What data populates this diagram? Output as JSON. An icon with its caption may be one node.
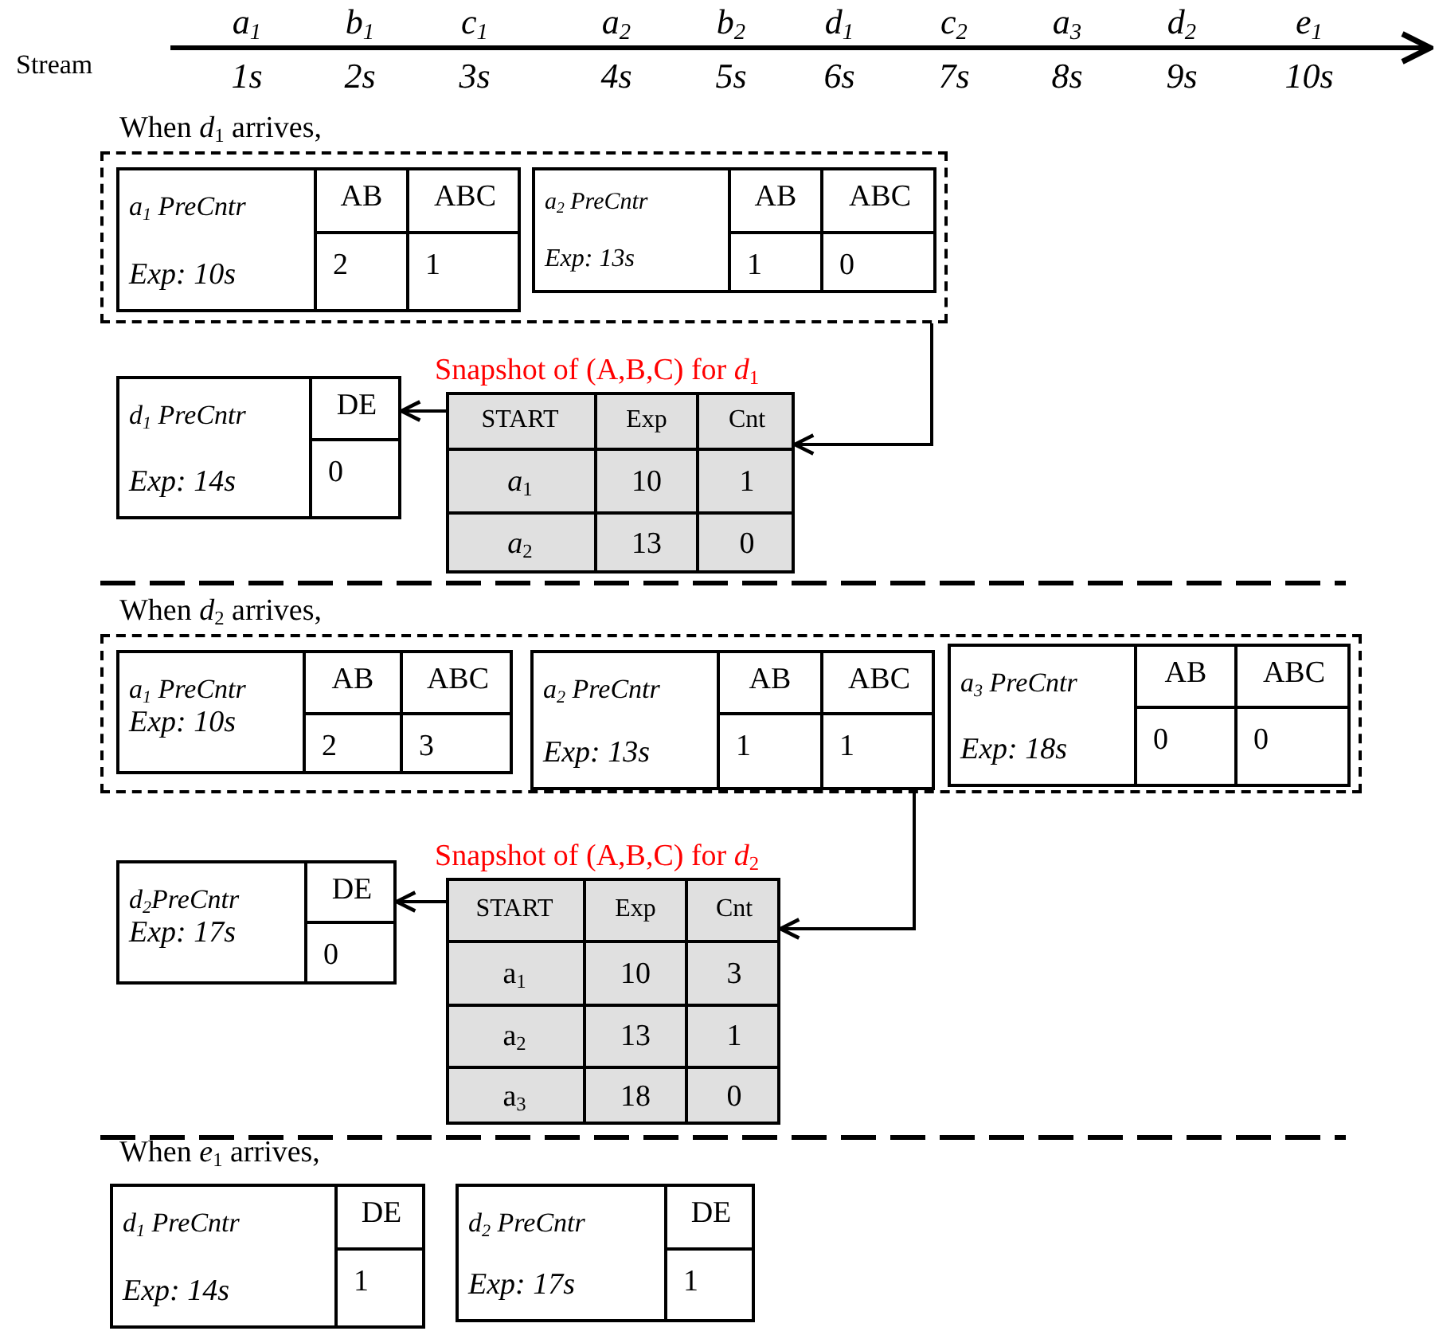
{
  "diagram": {
    "nodes": [
      {
        "text": [
          "When *d*$_{1}$ arrives,"
        ]
      },
      {
        "text": [
          "a$_{1}$ PreCntr",
          "Exp: 10s",
          "AB",
          "ABC",
          "2",
          "1"
        ],
        "in": 0
      },
      {
        "text": [
          "a$_{2}$ PreCntr",
          "Exp: 13s",
          "AB",
          "ABC",
          "1",
          "0"
        ],
        "in": 0
      },
      {
        "text": [
          "d$_{1}$ PreCntr",
          "Exp: 14s",
          "DE",
          "0"
        ]
      },
      {
        "text": [
          "Snapshot of (A,B,C) for *d*$_{1}$",
          "START",
          "Exp",
          "Cnt",
          "*a*$_{1}$",
          "10",
          "1",
          "*a*$_{2}$",
          "13",
          "0"
        ]
      },
      {
        "text": [
          "When *d*$_{2}$ arrives,"
        ]
      },
      {
        "text": [
          "a$_{1}$ PreCntr",
          "Exp: 10s",
          "AB",
          "ABC",
          "2",
          "3"
        ],
        "in": 5
      },
      {
        "text": [
          "a$_{2}$ PreCntr",
          "Exp: 13s",
          "AB",
          "ABC",
          "1",
          "1"
        ],
        "in": 5
      },
      {
        "text": [
          "a$_{3}$ PreCntr",
          "Exp: 18s",
          "AB",
          "ABC",
          "0",
          "0"
        ],
        "in": 5
      },
      {
        "text": [
          "d$_{2}$PreCntr",
          "Exp: 17s",
          "DE",
          "0"
        ]
      },
      {
        "text": [
          "Snapshot of (A,B,C) for *d*$_{2}$",
          "START",
          "Exp",
          "Cnt",
          "a$_{1}$",
          "10",
          "3",
          "a$_{2}$",
          "13",
          "1",
          "a$_{3}$",
          "18",
          "0"
        ]
      },
      {
        "text": [
          "d$_{1}$ PreCntr",
          "Exp: 14s",
          "DE",
          "1"
        ]
      },
      {
        "text": [
          "d$_{2}$ PreCntr",
          "Exp: 17s",
          "DE",
          "1"
        ]
      }
    ],
    "edges": [
      {
        "from": 0,
        "to": 4,
        "arrow": "to"
      },
      {
        "from": 4,
        "to": 3,
        "arrow": "to"
      },
      {
        "from": 5,
        "to": 10,
        "arrow": "to"
      },
      {
        "from": 10,
        "to": 9,
        "arrow": "to"
      }
    ],
    "labels": [
      "Stream",
      "a$_{1}$",
      "b$_{1}$",
      "c$_{1}$",
      "a$_{2}$",
      "b$_{2}$",
      "d$_{1}$",
      "c$_{2}$",
      "a$_{3}$",
      "d$_{2}$",
      "e$_{1}$",
      "1s",
      "2s",
      "3s",
      "4s",
      "5s",
      "6s",
      "7s",
      "8s",
      "9s",
      "10s",
      "When *e*$_{1}$ arrives,"
    ]
  }
}
